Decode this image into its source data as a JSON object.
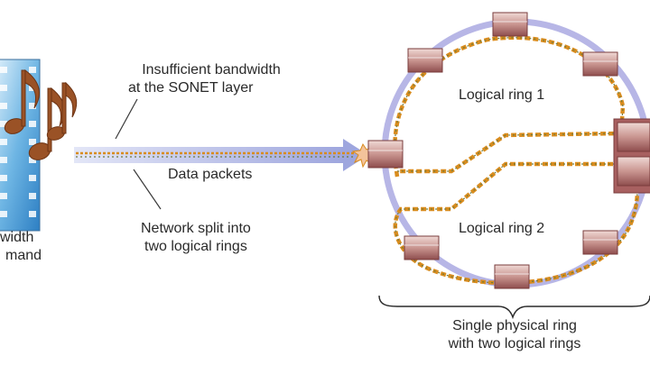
{
  "labels": {
    "left_fragment_line1": "width",
    "left_fragment_line2": "mand",
    "callout_bandwidth_line1": "Insufficient bandwidth",
    "callout_bandwidth_line2": "at the SONET layer",
    "data_packets": "Data packets",
    "callout_split_line1": "Network split into",
    "callout_split_line2": "two logical rings",
    "ring1": "Logical ring 1",
    "ring2": "Logical ring 2",
    "bottom_caption_line1": "Single physical ring",
    "bottom_caption_line2": "with two logical rings"
  },
  "colors": {
    "physical_ring": "#b7b6e6",
    "logical_ring": "#d98c1e",
    "node": "#a86060",
    "arrow": "#b9bfe6",
    "film": "#5aa6de",
    "note": "#9a5226"
  }
}
